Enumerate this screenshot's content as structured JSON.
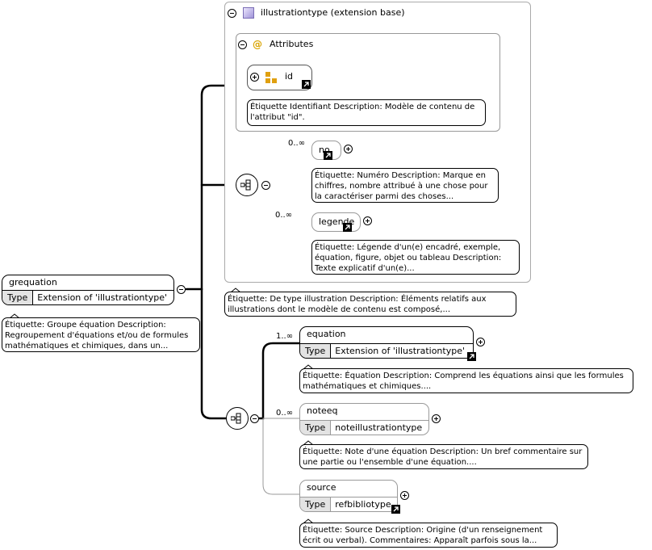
{
  "root": {
    "name": "grequation",
    "type_key": "Type",
    "type_value": "Extension of 'illustrationtype'",
    "annotation": "Étiquette: Groupe équation Description: Regroupement d'équations et/ou de formules mathématiques et chimiques, dans un..."
  },
  "ext_group": {
    "title": "illustrationtype (extension base)",
    "annotation": "Étiquette: De type illustration Description: Éléments relatifs aux illustrations dont le modèle de contenu est composé,..."
  },
  "attributes": {
    "title": "Attributes",
    "id": {
      "name": "id",
      "annotation": "Étiquette Identifiant Description: Modèle de contenu de l'attribut \"id\"."
    }
  },
  "seq1": [
    {
      "occurs": "0..∞",
      "name": "no",
      "annotation": "Étiquette: Numéro Description: Marque en chiffres, nombre attribué à une chose pour la caractériser parmi des choses..."
    },
    {
      "occurs": "0..∞",
      "name": "legende",
      "annotation": "Étiquette: Légende d'un(e) encadré, exemple, équation, figure, objet ou tableau Description: Texte explicatif d'un(e)..."
    }
  ],
  "seq2": [
    {
      "occurs": "1..∞",
      "name": "equation",
      "type_key": "Type",
      "type_value": "Extension of 'illustrationtype'",
      "annotation": "Étiquette: Équation Description: Comprend les équations ainsi que les formules mathématiques et chimiques...."
    },
    {
      "occurs": "0..∞",
      "name": "noteeq",
      "type_key": "Type",
      "type_value": "noteillustrationtype",
      "annotation": "Étiquette: Note d'une équation Description: Un bref commentaire sur une partie ou l'ensemble d'une équation...."
    },
    {
      "occurs": "",
      "name": "source",
      "type_key": "Type",
      "type_value": "refbibliotype",
      "annotation": "Étiquette: Source Description: Origine (d'un renseignement écrit ou verbal). Commentaires: Apparaît parfois sous la..."
    }
  ]
}
